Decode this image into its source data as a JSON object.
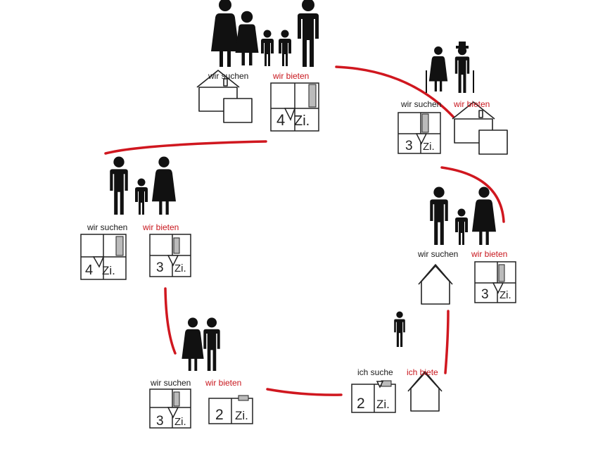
{
  "colors": {
    "accent": "#d0171f",
    "ink": "#111111"
  },
  "groups": [
    {
      "id": "family-top",
      "people": "two-adults-two-children",
      "seek_label": "wir suchen",
      "offer_label": "wir bieten",
      "seek_item": {
        "icon": "house-with-garage"
      },
      "offer_item": {
        "icon": "floorplan",
        "rooms": "4",
        "unit": "Zi."
      }
    },
    {
      "id": "seniors",
      "people": "elderly-couple",
      "seek_label": "wir suchen",
      "offer_label": "wir bieten",
      "seek_item": {
        "icon": "floorplan",
        "rooms": "3",
        "unit": "Zi."
      },
      "offer_item": {
        "icon": "house-with-garage"
      }
    },
    {
      "id": "family-right",
      "people": "two-adults-one-child",
      "seek_label": "wir suchen",
      "offer_label": "wir bieten",
      "seek_item": {
        "icon": "house"
      },
      "offer_item": {
        "icon": "floorplan",
        "rooms": "3",
        "unit": "Zi."
      }
    },
    {
      "id": "single",
      "people": "one-adult",
      "seek_label": "ich suche",
      "offer_label": "ich biete",
      "seek_item": {
        "icon": "floorplan",
        "rooms": "2",
        "unit": "Zi."
      },
      "offer_item": {
        "icon": "house"
      }
    },
    {
      "id": "couple",
      "people": "young-couple",
      "seek_label": "wir suchen",
      "offer_label": "wir bieten",
      "seek_item": {
        "icon": "floorplan",
        "rooms": "3",
        "unit": "Zi."
      },
      "offer_item": {
        "icon": "floorplan",
        "rooms": "2",
        "unit": "Zi."
      }
    },
    {
      "id": "family-left",
      "people": "two-adults-one-child",
      "seek_label": "wir suchen",
      "offer_label": "wir bieten",
      "seek_item": {
        "icon": "floorplan",
        "rooms": "4",
        "unit": "Zi."
      },
      "offer_item": {
        "icon": "floorplan",
        "rooms": "3",
        "unit": "Zi."
      }
    }
  ]
}
